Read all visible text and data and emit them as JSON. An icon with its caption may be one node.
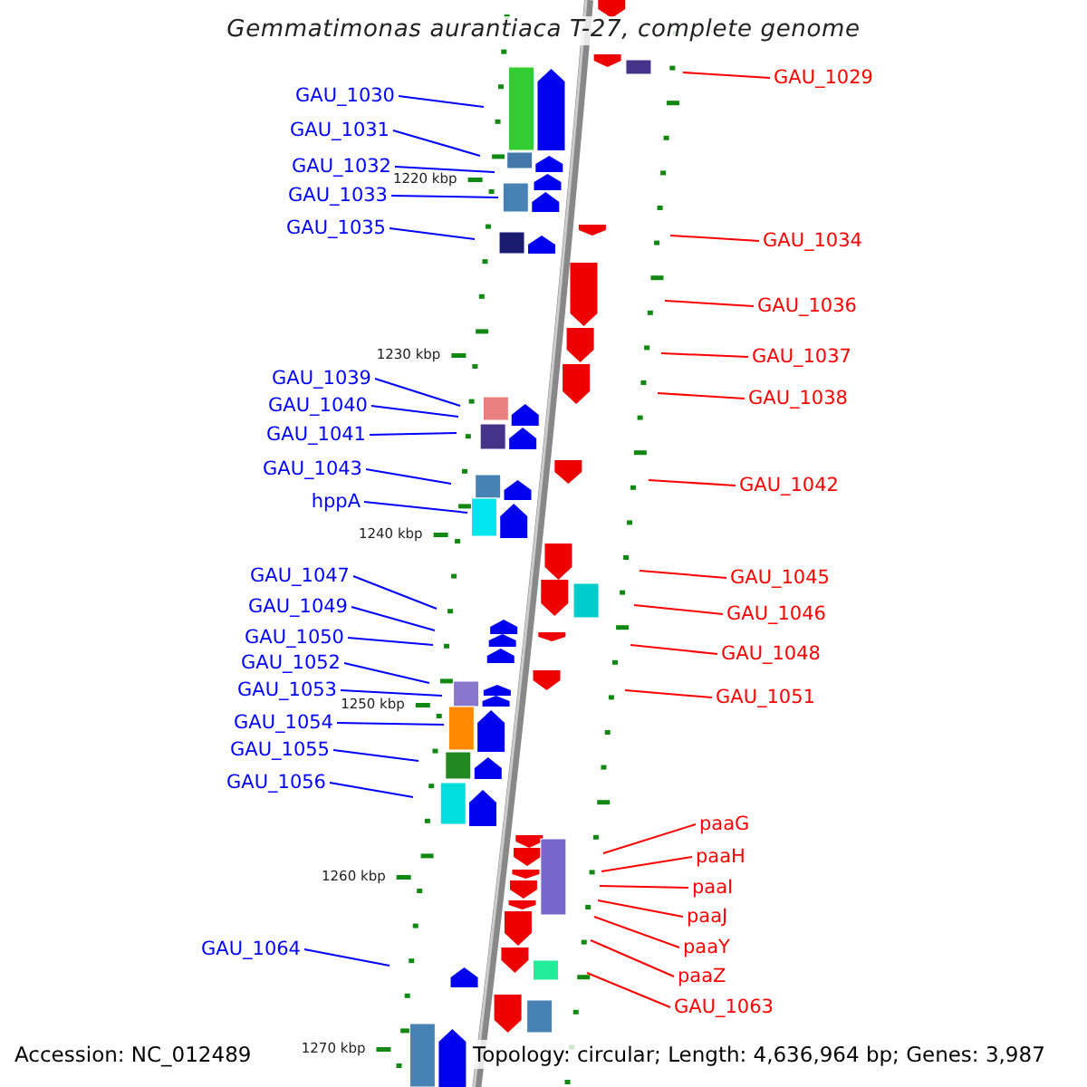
{
  "diagram": {
    "title": "Gemmatimonas aurantiaca T-27, complete genome",
    "nodes": [
      {
        "text": [
          "GAU_1030"
        ]
      },
      {
        "text": [
          "GAU_1031"
        ]
      },
      {
        "text": [
          "GAU_1032"
        ]
      },
      {
        "text": [
          "GAU_1033"
        ]
      },
      {
        "text": [
          "GAU_1035"
        ]
      },
      {
        "text": [
          "GAU_1039"
        ]
      },
      {
        "text": [
          "GAU_1040"
        ]
      },
      {
        "text": [
          "GAU_1041"
        ]
      },
      {
        "text": [
          "GAU_1043"
        ]
      },
      {
        "text": [
          "hppA"
        ]
      },
      {
        "text": [
          "GAU_1047"
        ]
      },
      {
        "text": [
          "GAU_1049"
        ]
      },
      {
        "text": [
          "GAU_1050"
        ]
      },
      {
        "text": [
          "GAU_1052"
        ]
      },
      {
        "text": [
          "GAU_1053"
        ]
      },
      {
        "text": [
          "GAU_1054"
        ]
      },
      {
        "text": [
          "GAU_1055"
        ]
      },
      {
        "text": [
          "GAU_1056"
        ]
      },
      {
        "text": [
          "GAU_1064"
        ]
      },
      {
        "text": [
          "GAU_1029"
        ]
      },
      {
        "text": [
          "GAU_1034"
        ]
      },
      {
        "text": [
          "GAU_1036"
        ]
      },
      {
        "text": [
          "GAU_1037"
        ]
      },
      {
        "text": [
          "GAU_1038"
        ]
      },
      {
        "text": [
          "GAU_1042"
        ]
      },
      {
        "text": [
          "GAU_1045"
        ]
      },
      {
        "text": [
          "GAU_1046"
        ]
      },
      {
        "text": [
          "GAU_1048"
        ]
      },
      {
        "text": [
          "GAU_1051"
        ]
      },
      {
        "text": [
          "paaG"
        ]
      },
      {
        "text": [
          "paaH"
        ]
      },
      {
        "text": [
          "paaI"
        ]
      },
      {
        "text": [
          "paaJ"
        ]
      },
      {
        "text": [
          "paaY"
        ]
      },
      {
        "text": [
          "paaZ"
        ]
      },
      {
        "text": [
          "GAU_1063"
        ]
      }
    ],
    "edges": [
      {
        "from": 0,
        "to": null,
        "arrow": "none"
      },
      {
        "from": 1,
        "to": null,
        "arrow": "none"
      },
      {
        "from": 2,
        "to": null,
        "arrow": "none"
      },
      {
        "from": 3,
        "to": null,
        "arrow": "none"
      },
      {
        "from": 4,
        "to": null,
        "arrow": "none"
      },
      {
        "from": 5,
        "to": null,
        "arrow": "none"
      },
      {
        "from": 6,
        "to": null,
        "arrow": "none"
      },
      {
        "from": 7,
        "to": null,
        "arrow": "none"
      },
      {
        "from": 8,
        "to": null,
        "arrow": "none"
      },
      {
        "from": 9,
        "to": null,
        "arrow": "none"
      },
      {
        "from": 10,
        "to": null,
        "arrow": "none"
      },
      {
        "from": 11,
        "to": null,
        "arrow": "none"
      },
      {
        "from": 12,
        "to": null,
        "arrow": "none"
      },
      {
        "from": 13,
        "to": null,
        "arrow": "none"
      },
      {
        "from": 14,
        "to": null,
        "arrow": "none"
      },
      {
        "from": 15,
        "to": null,
        "arrow": "none"
      },
      {
        "from": 16,
        "to": null,
        "arrow": "none"
      },
      {
        "from": 17,
        "to": null,
        "arrow": "none"
      },
      {
        "from": 18,
        "to": null,
        "arrow": "none"
      },
      {
        "from": 19,
        "to": null,
        "arrow": "none",
        "color": "#ff0000"
      },
      {
        "from": 20,
        "to": null,
        "arrow": "none",
        "color": "#ff0000"
      },
      {
        "from": 21,
        "to": null,
        "arrow": "none",
        "color": "#ff0000"
      },
      {
        "from": 22,
        "to": null,
        "arrow": "none",
        "color": "#ff0000"
      },
      {
        "from": 23,
        "to": null,
        "arrow": "none",
        "color": "#ff0000"
      },
      {
        "from": 24,
        "to": null,
        "arrow": "none",
        "color": "#ff0000"
      },
      {
        "from": 25,
        "to": null,
        "arrow": "none",
        "color": "#ff0000"
      },
      {
        "from": 26,
        "to": null,
        "arrow": "none",
        "color": "#ff0000"
      },
      {
        "from": 27,
        "to": null,
        "arrow": "none",
        "color": "#ff0000"
      },
      {
        "from": 28,
        "to": null,
        "arrow": "none",
        "color": "#ff0000"
      },
      {
        "from": 29,
        "to": null,
        "arrow": "none",
        "color": "#ff0000"
      },
      {
        "from": 30,
        "to": null,
        "arrow": "none",
        "color": "#ff0000"
      },
      {
        "from": 31,
        "to": null,
        "arrow": "none",
        "color": "#ff0000"
      },
      {
        "from": 32,
        "to": null,
        "arrow": "none",
        "color": "#ff0000"
      },
      {
        "from": 33,
        "to": null,
        "arrow": "none",
        "color": "#ff0000"
      },
      {
        "from": 34,
        "to": null,
        "arrow": "none",
        "color": "#ff0000"
      },
      {
        "from": 35,
        "to": null,
        "arrow": "none",
        "color": "#ff0000"
      }
    ],
    "labels": [
      "1220 kbp",
      "1230 kbp",
      "1240 kbp",
      "1250 kbp",
      "1260 kbp",
      "1270 kbp",
      "Accession: NC_012489",
      "Topology: circular; Length: 4,636,964 bp; Genes: 3,987"
    ]
  }
}
